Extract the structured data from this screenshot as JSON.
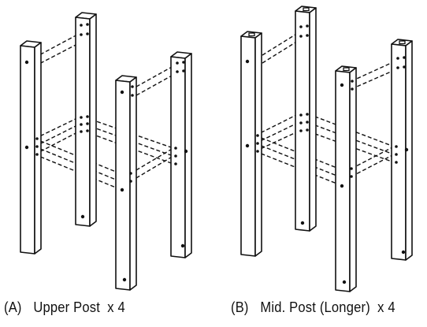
{
  "captions": [
    {
      "letter": "(A)",
      "name": "Upper Post",
      "quantity": "x 4"
    },
    {
      "letter": "(B)",
      "name": "Mid. Post (Longer)",
      "quantity": "x 4"
    }
  ],
  "colors": {
    "line": "#111111",
    "fill": "#ffffff"
  }
}
